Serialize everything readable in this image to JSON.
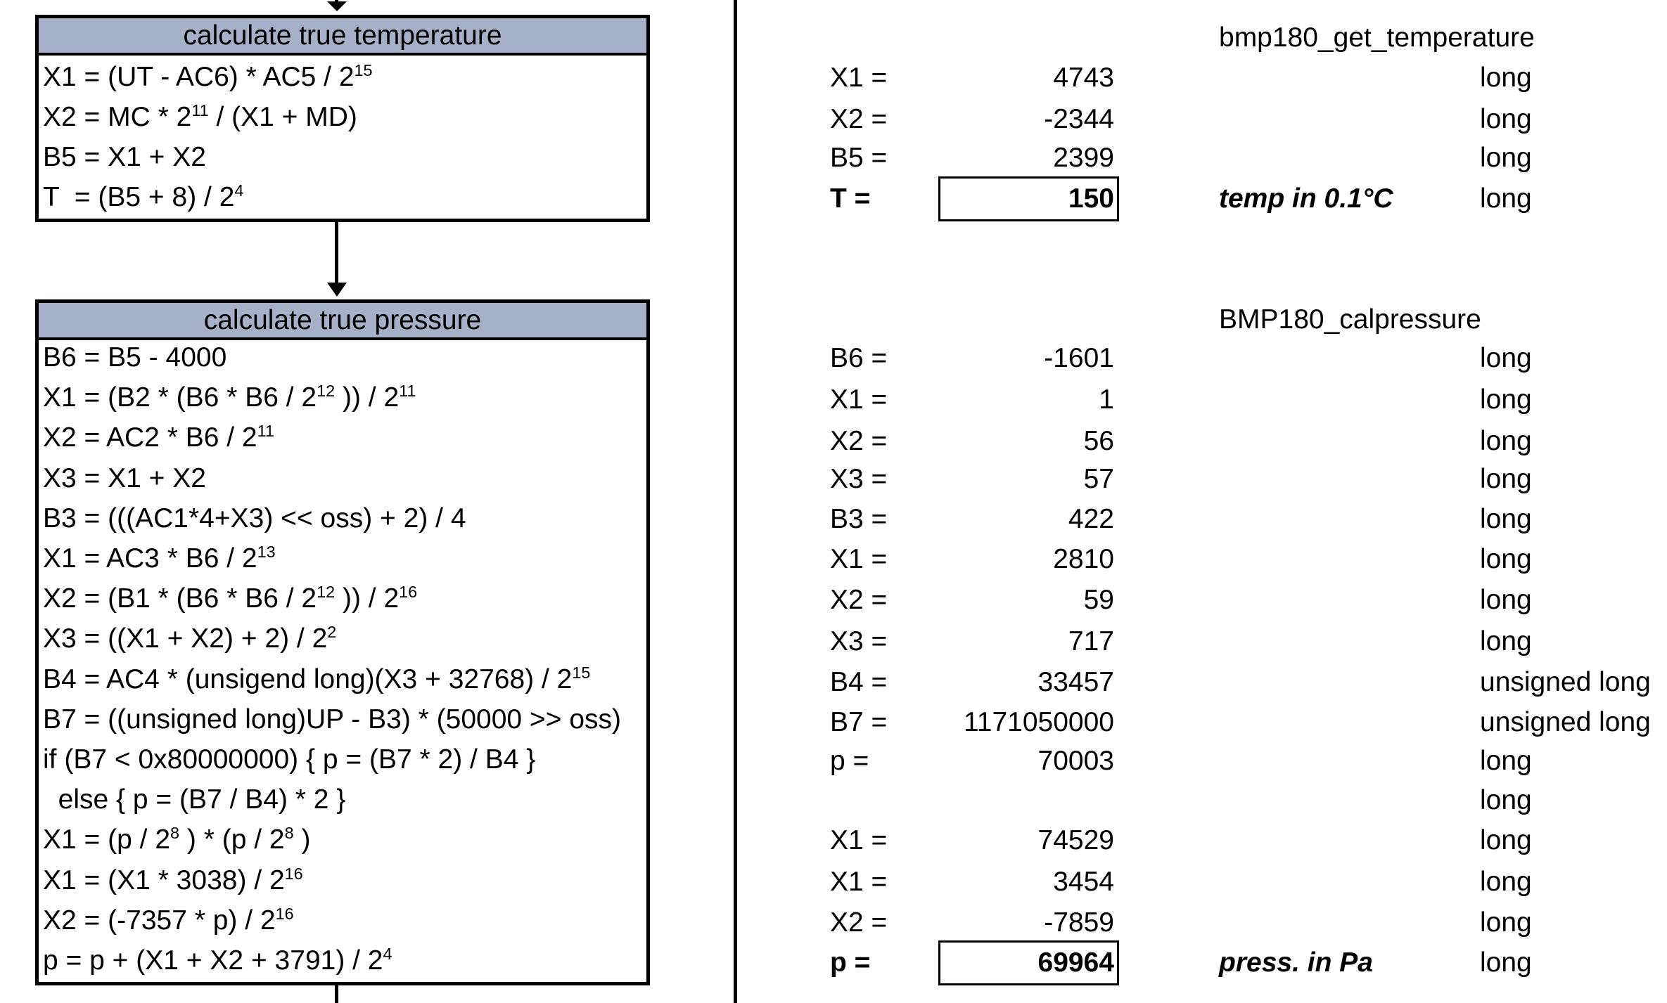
{
  "temp_box": {
    "title": "calculate true temperature",
    "lines": [
      [
        "X1 = (UT - AC6) * AC5 / 2",
        "15",
        ""
      ],
      [
        "X2 = MC * 2",
        "11",
        " / (X1 + MD)"
      ],
      [
        "B5 = X1 + X2",
        "",
        ""
      ],
      [
        "T  = (B5 + 8) / 2",
        "4",
        ""
      ]
    ]
  },
  "press_box": {
    "title": "calculate true pressure",
    "lines": [
      [
        "B6 = B5 - 4000",
        "",
        ""
      ],
      [
        "X1 = (B2 * (B6 * B6 / 2",
        "12",
        " )) / 2",
        "11"
      ],
      [
        "X2 = AC2 * B6 / 2",
        "11",
        ""
      ],
      [
        "X3 = X1 + X2",
        "",
        ""
      ],
      [
        "B3 = (((AC1*4+X3) << oss) + 2) / 4",
        "",
        ""
      ],
      [
        "X1 = AC3 * B6 / 2",
        "13",
        ""
      ],
      [
        "X2 = (B1 * (B6 * B6 / 2",
        "12",
        " )) / 2",
        "16"
      ],
      [
        "X3 = ((X1 + X2) + 2) / 2",
        "2",
        ""
      ],
      [
        "B4 = AC4 * (unsigend long)(X3 + 32768) / 2",
        "15",
        ""
      ],
      [
        "B7 = ((unsigned long)UP - B3) * (50000 >> oss)",
        "",
        ""
      ],
      [
        "if (B7 < 0x80000000) { p = (B7 * 2) / B4 }",
        "",
        ""
      ],
      [
        "  else { p = (B7 / B4) * 2 }",
        "",
        ""
      ],
      [
        "X1 = (p / 2",
        "8",
        " ) * (p / 2",
        "8",
        " )"
      ],
      [
        "X1 = (X1 * 3038) / 2",
        "16",
        ""
      ],
      [
        "X2 = (-7357 * p) / 2",
        "16",
        ""
      ],
      [
        "p = p + (X1 + X2 + 3791) / 2",
        "4",
        ""
      ]
    ]
  },
  "temp_values": {
    "function": "bmp180_get_temperature",
    "rows": [
      {
        "label": "X1 =",
        "value": "4743",
        "type": "long"
      },
      {
        "label": "X2 =",
        "value": "-2344",
        "type": "long"
      },
      {
        "label": "B5 =",
        "value": "2399",
        "type": "long"
      },
      {
        "label": "T =",
        "value": "150",
        "type": "long",
        "note": "temp in 0.1°C"
      }
    ]
  },
  "press_values": {
    "function": "BMP180_calpressure",
    "rows": [
      {
        "label": "B6 =",
        "value": "-1601",
        "type": "long"
      },
      {
        "label": "X1 =",
        "value": "1",
        "type": "long"
      },
      {
        "label": "X2 =",
        "value": "56",
        "type": "long"
      },
      {
        "label": "X3 =",
        "value": "57",
        "type": "long"
      },
      {
        "label": "B3 =",
        "value": "422",
        "type": "long"
      },
      {
        "label": "X1 =",
        "value": "2810",
        "type": "long"
      },
      {
        "label": "X2 =",
        "value": "59",
        "type": "long"
      },
      {
        "label": "X3 =",
        "value": "717",
        "type": "long"
      },
      {
        "label": "B4 =",
        "value": "33457",
        "type": "unsigned long"
      },
      {
        "label": "B7 =",
        "value": "1171050000",
        "type": "unsigned long"
      },
      {
        "label": "p =",
        "value": "70003",
        "type": "long"
      },
      {
        "label": "",
        "value": "",
        "type": "long"
      },
      {
        "label": "X1 =",
        "value": "74529",
        "type": "long"
      },
      {
        "label": "X1 =",
        "value": "3454",
        "type": "long"
      },
      {
        "label": "X2 =",
        "value": "-7859",
        "type": "long"
      },
      {
        "label": "p =",
        "value": "69964",
        "type": "long",
        "note": "press. in Pa"
      }
    ]
  }
}
